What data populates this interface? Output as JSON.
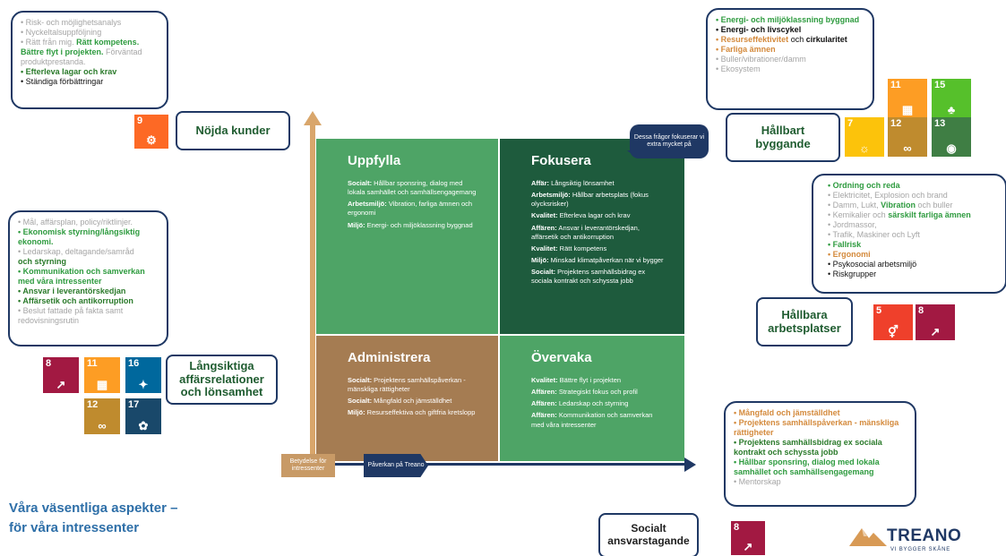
{
  "notes": {
    "top_left": [
      {
        "text": "• Risk- och möjlighetsanalys",
        "style": "grey"
      },
      {
        "text": "• Nyckeltalsuppföljning",
        "style": "grey"
      },
      {
        "text": "• Rätt från mig. Rätt kompetens. Bättre flyt i projekten. Förväntad produktprestanda.",
        "style": "mixed"
      },
      {
        "text": "• Efterleva lagar och krav",
        "style": "dgreen"
      },
      {
        "text": "• Ständiga förbättringar",
        "style": "black"
      }
    ],
    "top_left_mixed": {
      "p1": "• Rätt från mig. ",
      "p2": "Rätt kompetens",
      "p3": ". ",
      "p4": "Bättre flyt i projekten.",
      "p5": " Förväntad produktprestanda."
    },
    "top_right": [
      {
        "text": "• Energi- och miljöklassning byggnad",
        "style": "green"
      },
      {
        "text": "• Energi- och livscykel",
        "style": "black-bold"
      },
      {
        "text": "• Resurseffektivitet",
        "style": "orange"
      },
      {
        "text": " och ",
        "style": "black"
      },
      {
        "text": "cirkularitet",
        "style": "black-bold"
      },
      {
        "text": "• Farliga ämnen",
        "style": "orange"
      },
      {
        "text": "• Buller/vibrationer/damm",
        "style": "grey"
      },
      {
        "text": "• Ekosystem",
        "style": "grey"
      }
    ],
    "mid_left": [
      {
        "text": "• Mål, affärsplan, policy/riktlinjer.",
        "style": "grey"
      },
      {
        "text": "• Ekonomisk styrning/långsiktig ekonomi.",
        "style": "green"
      },
      {
        "text": "• Ledarskap",
        "style": "grey"
      },
      {
        "text": ", deltagande/samråd",
        "style": "grey2"
      },
      {
        "text": "och styrning",
        "style": "dgreen"
      },
      {
        "text": "• Kommunikation och samverkan med våra intressenter",
        "style": "green"
      },
      {
        "text": "• Ansvar i leverantörskedjan",
        "style": "dgreen"
      },
      {
        "text": "• Affärsetik och antikorruption",
        "style": "dgreen"
      },
      {
        "text": "• Beslut fattade på fakta samt redovisningsrutin",
        "style": "grey"
      }
    ],
    "mid_right": [
      {
        "text": "• Ordning och reda",
        "style": "green"
      },
      {
        "text": "• Elektricitet, Explosion och brand",
        "style": "grey"
      },
      {
        "text": "• Damm, Lukt, ",
        "style": "grey"
      },
      {
        "text": "Vibration",
        "style": "green"
      },
      {
        "text": " och buller",
        "style": "grey"
      },
      {
        "text": "• Kemikalier och ",
        "style": "grey"
      },
      {
        "text": "särskilt farliga ämnen",
        "style": "green"
      },
      {
        "text": "• Jordmassor,",
        "style": "grey"
      },
      {
        "text": "• Trafik, Maskiner och Lyft",
        "style": "grey"
      },
      {
        "text": "• Fallrisk",
        "style": "green"
      },
      {
        "text": "• Ergonomi",
        "style": "orange"
      },
      {
        "text": "• Psykosocial arbetsmiljö",
        "style": "black"
      },
      {
        "text": "• Riskgrupper",
        "style": "black"
      }
    ],
    "bottom_right": [
      {
        "text": "• Mångfald och jämställdhet",
        "style": "orange"
      },
      {
        "text": "• Projektens samhällspåverkan - mänskliga rättigheter",
        "style": "orange"
      },
      {
        "text": "• Projektens samhällsbidrag ex sociala kontrakt och schyssta jobb",
        "style": "dgreen"
      },
      {
        "text": "• Hållbar sponsring, dialog med lokala samhället och samhällsengagemang",
        "style": "green"
      },
      {
        "text": "• Mentorskap",
        "style": "grey"
      }
    ]
  },
  "labels": {
    "nojda_kunder": "Nöjda kunder",
    "hallbart_byggande": "Hållbart byggande",
    "langsiktiga": "Långsiktiga affärsrelationer och lönsamhet",
    "hallbara_arbetsplatser": "Hållbara arbetsplatser",
    "socialt_ansvar": "Socialt ansvarstagande"
  },
  "quadrants": {
    "uppfylla": {
      "title": "Uppfylla",
      "items": [
        {
          "k": "Socialt:",
          "v": " Hållbar sponsring, dialog med lokala samhället och samhällsengagemang"
        },
        {
          "k": "Arbetsmiljö:",
          "v": " Vibration, farliga ämnen och ergonomi"
        },
        {
          "k": "Miljö:",
          "v": " Energi- och miljöklassning byggnad"
        }
      ]
    },
    "fokusera": {
      "title": "Fokusera",
      "items": [
        {
          "k": "Affär:",
          "v": " Långsiktig lönsamhet"
        },
        {
          "k": "Arbetsmiljö:",
          "v": " Hållbar arbetsplats (fokus olycksrisker)"
        },
        {
          "k": "Kvalitet:",
          "v": " Efterleva lagar och krav"
        },
        {
          "k": "Affären:",
          "v": " Ansvar i leverantörskedjan, affärsetik och antikorruption"
        },
        {
          "k": "Kvalitet:",
          "v": " Rätt kompetens"
        },
        {
          "k": "Miljö:",
          "v": " Minskad klimatpåverkan när vi bygger"
        },
        {
          "k": "Socialt:",
          "v": " Projektens samhällsbidrag ex sociala kontrakt och schyssta jobb"
        }
      ]
    },
    "administrera": {
      "title": "Administrera",
      "items": [
        {
          "k": "Socialt:",
          "v": " Projektens samhällspåverkan - mänskliga rättigheter"
        },
        {
          "k": "Socialt:",
          "v": " Mångfald och jämställdhet"
        },
        {
          "k": "Miljö:",
          "v": " Resurseffektiva och giftfria kretslopp"
        }
      ]
    },
    "overvaka": {
      "title": "Övervaka",
      "items": [
        {
          "k": "Kvalitet:",
          "v": " Bättre flyt i projekten"
        },
        {
          "k": "Affären:",
          "v": " Strategiskt fokus och profil"
        },
        {
          "k": "Affären:",
          "v": " Ledarskap och styrning"
        },
        {
          "k": "Affären:",
          "v": " Kommunikation och samverkan med våra intressenter"
        }
      ]
    }
  },
  "bubble": "Dessa frågor fokuserar vi extra mycket på",
  "axes": {
    "y_label": "Betydelse för intressenter",
    "x_label": "Påverkan på Treano"
  },
  "title": {
    "line1": "Våra väsentliga aspekter –",
    "line2": "för våra intressenter"
  },
  "logo": {
    "name": "TREANO",
    "tagline": "VI BYGGER SKÅNE"
  },
  "sdg_colors": {
    "sdg5": "#ef402b",
    "sdg7": "#fcc30b",
    "sdg8": "#a21942",
    "sdg9": "#fd6925",
    "sdg11": "#fd9d24",
    "sdg12": "#bf8b2e",
    "sdg13": "#3f7e44",
    "sdg15": "#56c02b",
    "sdg16": "#00689d",
    "sdg17": "#19486a"
  },
  "quad_colors": {
    "uppfylla": "#4ea466",
    "fokusera": "#1e5b3d",
    "administrera": "#a57c52",
    "overvaka": "#4ea466"
  }
}
